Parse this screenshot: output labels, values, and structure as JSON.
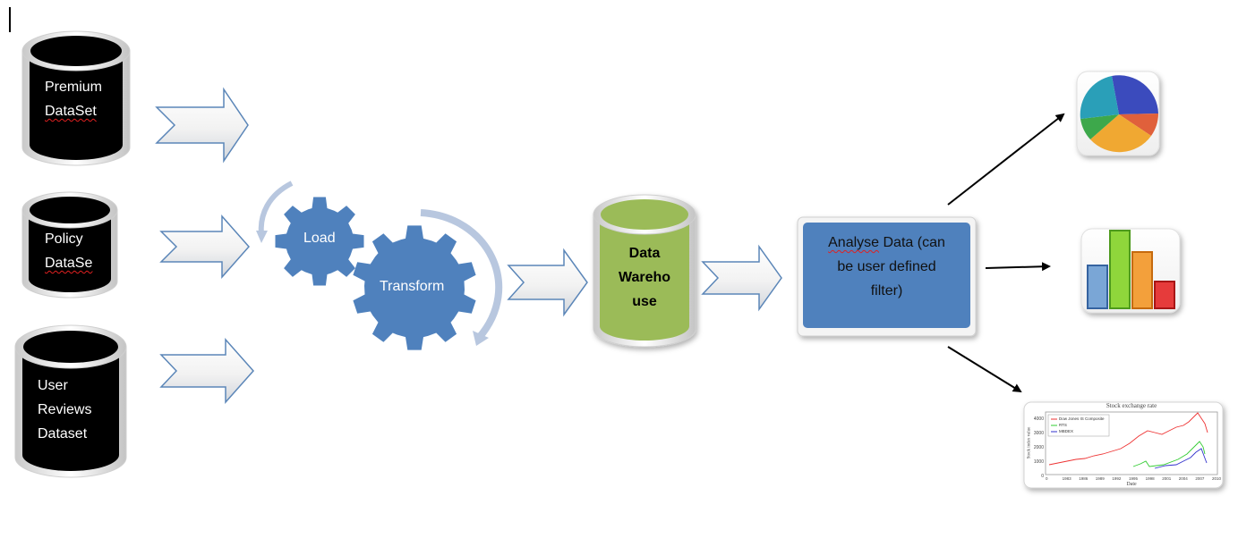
{
  "sources": [
    {
      "line1": "Premium",
      "line2": "DataSet"
    },
    {
      "line1": "Policy",
      "line2": "DataSe"
    },
    {
      "line1": "User",
      "line2": "Reviews",
      "line3": "Dataset"
    }
  ],
  "gears": {
    "load": "Load",
    "transform": "Transform"
  },
  "warehouse": {
    "line1": "Data",
    "line2": "Wareho",
    "line3": "use"
  },
  "analyse": {
    "line1": "Analyse Data (can",
    "line2": "be user defined",
    "line3": "filter)"
  },
  "outputs": {
    "pie_icon": "pie-chart-icon",
    "bar_icon": "bar-chart-icon",
    "stock_chart": {
      "title": "Stock exchange rate",
      "xlabel": "Date",
      "ylabel": "Stock index value",
      "legend": [
        "Dow Jones IS Composite",
        "RTS",
        "MBDEX"
      ],
      "yticks": [
        "4000",
        "3000",
        "2000",
        "1000",
        "0"
      ],
      "xticks": [
        "0",
        "1983",
        "1986",
        "1989",
        "1992",
        "1995",
        "1998",
        "2001",
        "2004",
        "2007",
        "2010"
      ]
    }
  },
  "colors": {
    "source_db": "#000000",
    "warehouse_db": "#9bbb59",
    "gear": "#4f81bd",
    "analyse_box": "#4f81bd"
  }
}
